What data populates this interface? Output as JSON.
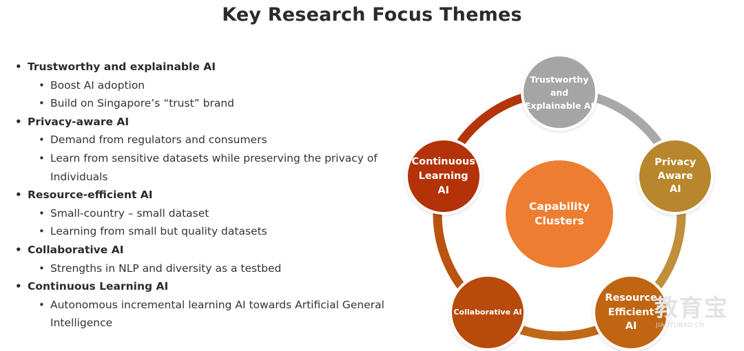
{
  "title": "Key Research Focus Themes",
  "themes": [
    {
      "heading": "Trustworthy and explainable AI",
      "points": [
        "Boost AI adoption",
        "Build on Singapore’s “trust” brand"
      ]
    },
    {
      "heading": "Privacy-aware AI",
      "points": [
        "Demand from regulators and consumers",
        "Learn from sensitive datasets while preserving the privacy of Individuals"
      ]
    },
    {
      "heading": "Resource-efficient AI",
      "points": [
        "Small-country – small dataset",
        "Learning from small but quality datasets"
      ]
    },
    {
      "heading": "Collaborative AI",
      "points": [
        "Strengths in NLP and diversity as a testbed"
      ]
    },
    {
      "heading": "Continuous Learning AI",
      "points": [
        "Autonomous incremental learning AI towards Artificial General Intelligence"
      ]
    }
  ],
  "diagram": {
    "center": {
      "label": "Capability\nClusters",
      "color": "#ed7d31"
    },
    "nodes": [
      {
        "label": "Trustworthy\nand\nExplainable AI",
        "color": "#a5a5a5"
      },
      {
        "label": "Privacy\nAware\nAI",
        "color": "#b8862d"
      },
      {
        "label": "Resource\nEfficient\nAI",
        "color": "#c06512"
      },
      {
        "label": "Collaborative AI",
        "color": "#b84a0c"
      },
      {
        "label": "Continuous\nLearning\nAI",
        "color": "#b33208"
      }
    ],
    "arcs": [
      {
        "from": 0,
        "to": 1,
        "color": "#a8a8a8"
      },
      {
        "from": 1,
        "to": 2,
        "color": "#c08f3c"
      },
      {
        "from": 2,
        "to": 3,
        "color": "#c06818"
      },
      {
        "from": 3,
        "to": 4,
        "color": "#b9530f"
      },
      {
        "from": 4,
        "to": 0,
        "color": "#b3360a"
      }
    ]
  },
  "watermark": {
    "logo": "教育宝",
    "url": "JIAOYUBAO.CN"
  }
}
